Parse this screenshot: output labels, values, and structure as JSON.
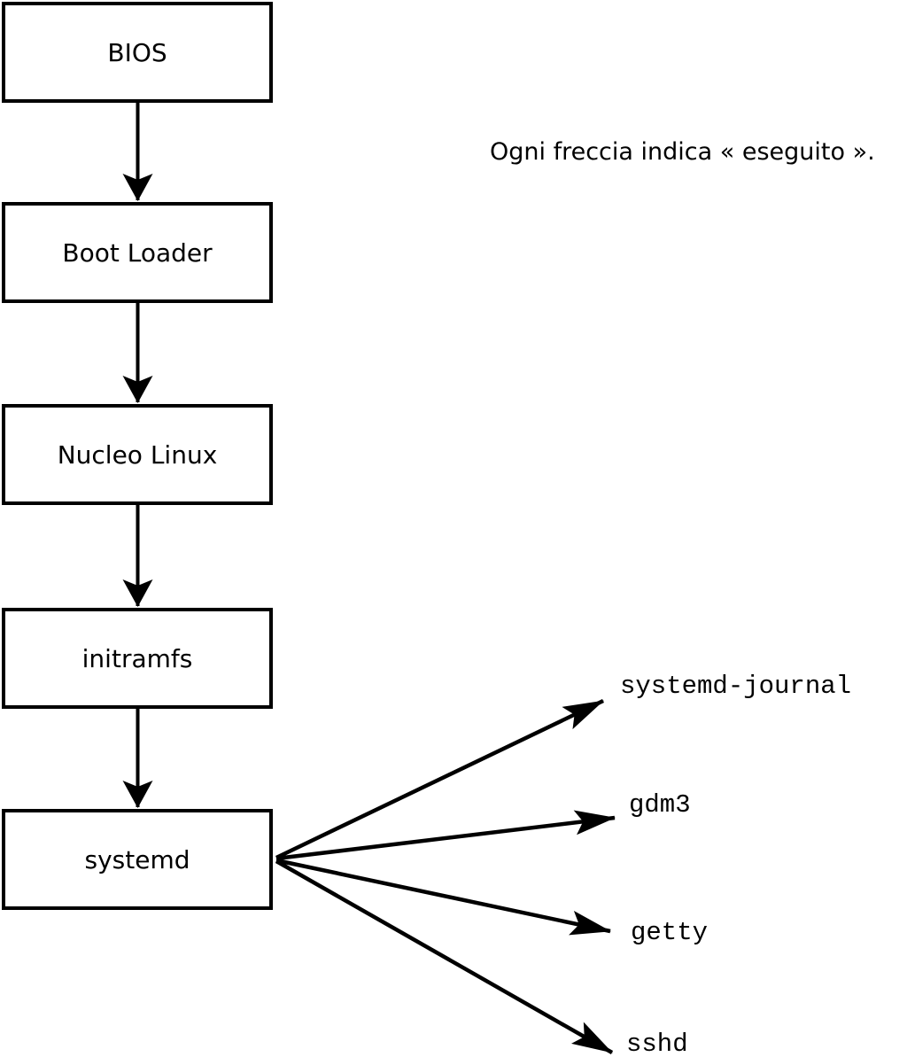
{
  "diagram": {
    "caption": "Ogni freccia indica « eseguito ».",
    "boxes": [
      {
        "id": "bios",
        "label": "BIOS"
      },
      {
        "id": "boot-loader",
        "label": "Boot Loader"
      },
      {
        "id": "nucleo",
        "label": "Nucleo Linux"
      },
      {
        "id": "initramfs",
        "label": "initramfs"
      },
      {
        "id": "systemd",
        "label": "systemd"
      }
    ],
    "services": [
      {
        "id": "systemd-journal",
        "label": "systemd-journal"
      },
      {
        "id": "gdm3",
        "label": "gdm3"
      },
      {
        "id": "getty",
        "label": "getty"
      },
      {
        "id": "sshd",
        "label": "sshd"
      }
    ],
    "colors": {
      "stroke": "#000000",
      "background": "#ffffff",
      "box_fill": "#ffffff"
    }
  }
}
